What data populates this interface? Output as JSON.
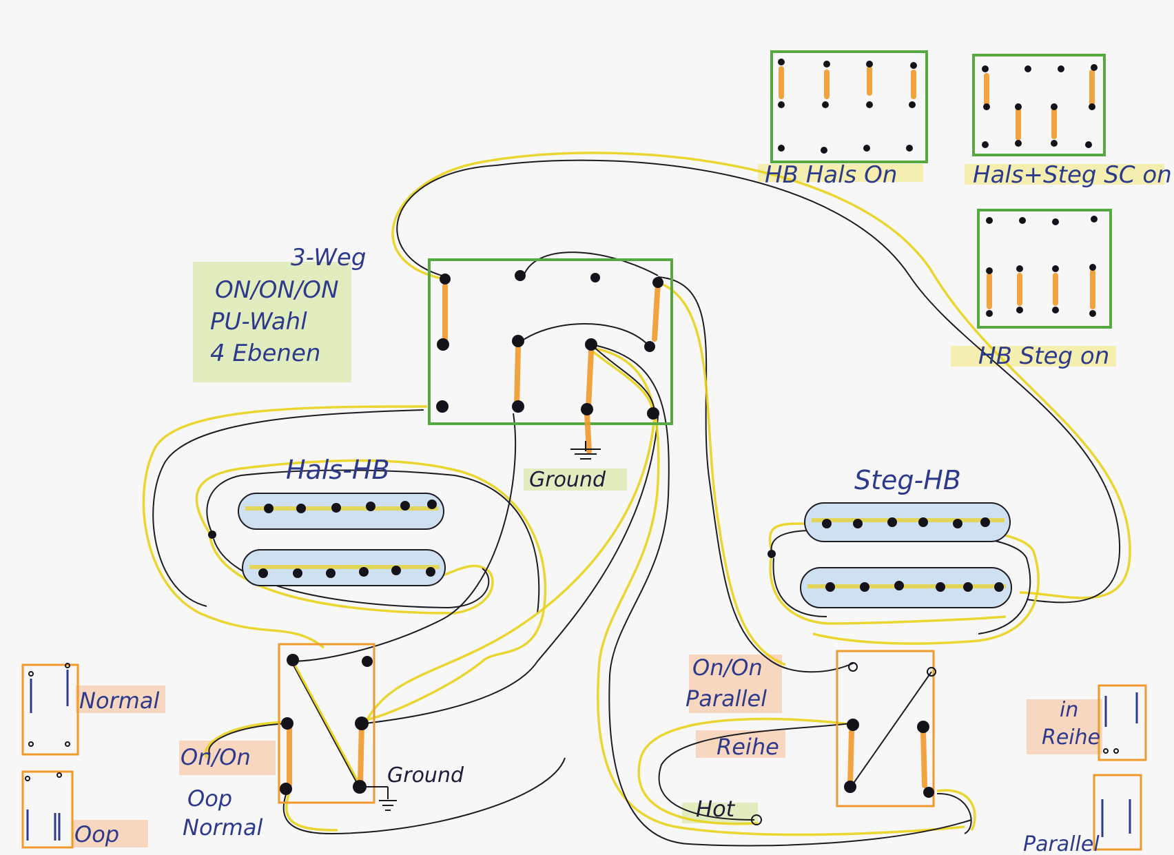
{
  "diagram": {
    "switch_3way": {
      "label_lines": [
        "3-Weg",
        "ON/ON/ON",
        "PU-Wahl",
        "4 Ebenen"
      ],
      "ground_label": "Ground"
    },
    "pickups": {
      "neck": "Hals-HB",
      "bridge": "Steg-HB"
    },
    "left_minitoggle": {
      "mode_label": "On/On",
      "option_lines": [
        "Oop",
        "Normal"
      ],
      "ground_label": "Ground"
    },
    "right_minitoggle": {
      "mode_lines": [
        "On/On",
        "Parallel"
      ],
      "option_label": "Reihe",
      "hot_label": "Hot"
    },
    "legend_left": {
      "normal": "Normal",
      "oop": "Oop"
    },
    "legend_right": {
      "series_lines": [
        "in",
        "Reihe"
      ],
      "parallel": "Parallel"
    },
    "switch_positions": {
      "hb_neck_on": "HB Hals On",
      "neck_bridge_sc_on": "Hals+Steg SC on",
      "hb_bridge_on": "HB Steg on"
    }
  }
}
